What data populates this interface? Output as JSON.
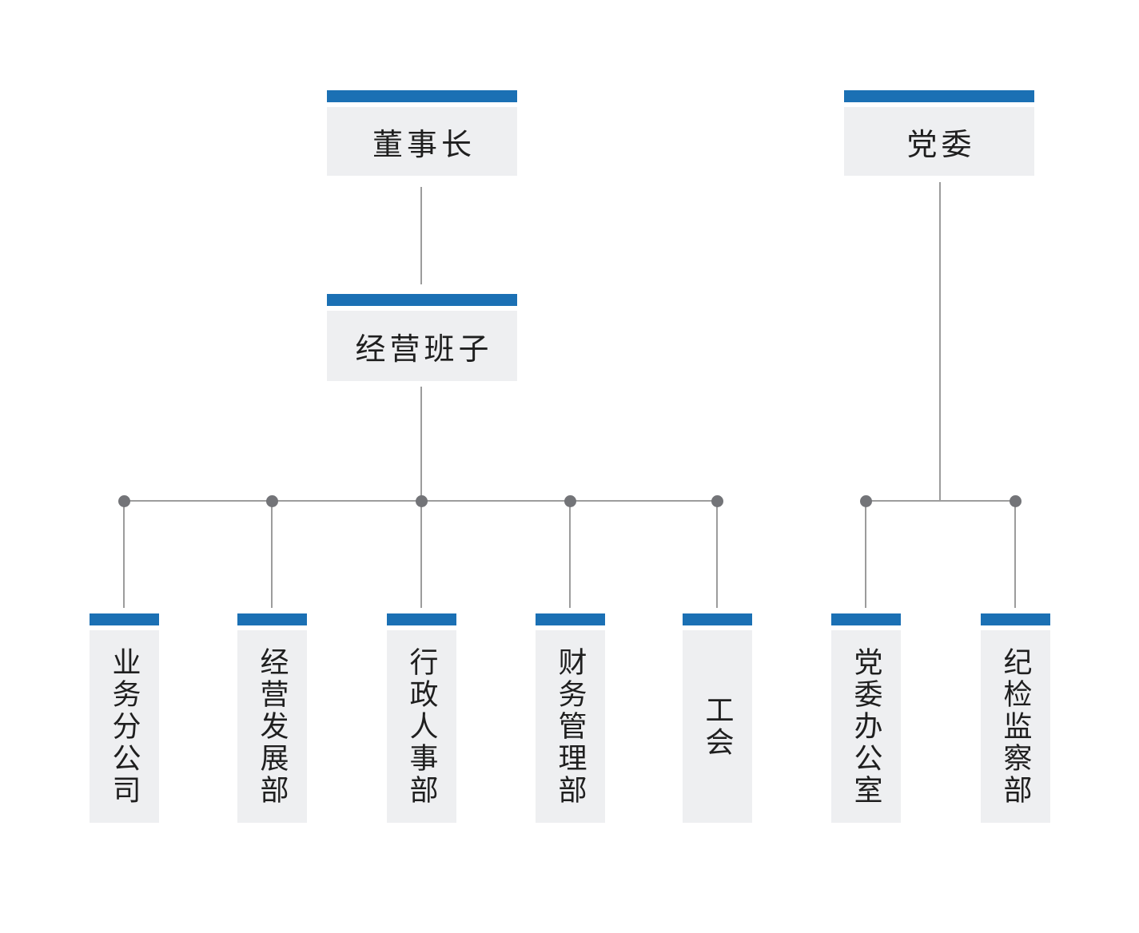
{
  "colors": {
    "accent": "#1b70b4",
    "node_bg": "#eeeff1",
    "line": "#9c9c9c",
    "dot": "#737478",
    "text": "#1f1f1f",
    "background": "#ffffff"
  },
  "diagram_type": "org-chart",
  "nodes": {
    "chairman": {
      "label": "董事长"
    },
    "party_committee": {
      "label": "党委"
    },
    "management_team": {
      "label": "经营班子"
    },
    "departments": [
      {
        "label": "业务分公司"
      },
      {
        "label": "经营发展部"
      },
      {
        "label": "行政人事部"
      },
      {
        "label": "财务管理部"
      },
      {
        "label": "工会"
      },
      {
        "label": "党委办公室"
      },
      {
        "label": "纪检监察部"
      }
    ]
  },
  "edges": [
    {
      "from": "董事长",
      "to": "经营班子"
    },
    {
      "from": "经营班子",
      "to": "业务分公司"
    },
    {
      "from": "经营班子",
      "to": "经营发展部"
    },
    {
      "from": "经营班子",
      "to": "行政人事部"
    },
    {
      "from": "经营班子",
      "to": "财务管理部"
    },
    {
      "from": "经营班子",
      "to": "工会"
    },
    {
      "from": "党委",
      "to": "党委办公室"
    },
    {
      "from": "党委",
      "to": "纪检监察部"
    }
  ]
}
